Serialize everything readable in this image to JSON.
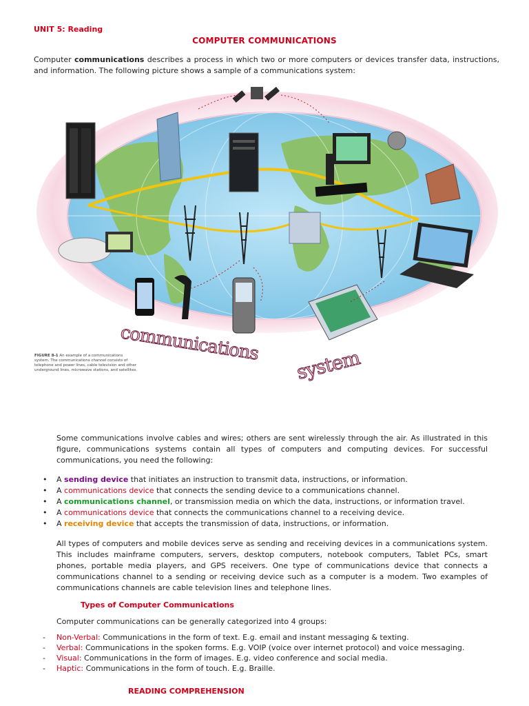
{
  "header": {
    "unit": "UNIT 5: Reading",
    "title": "COMPUTER COMMUNICATIONS"
  },
  "intro": {
    "pre": "Computer ",
    "bold": "communications",
    "post": " describes a process in which two or more computers or devices transfer data, instructions, and information. The following picture shows a sample of a communications system:"
  },
  "figure": {
    "caption_label": "FIGURE 8-1",
    "caption_text": "An example of a communications system. The communications channel consists of telephone and power lines, cable television and other underground lines, microwave stations, and satellites.",
    "wordart_1": "communications",
    "wordart_2": "system"
  },
  "para1": "Some communications involve cables and wires; others are sent wirelessly through the air. As illustrated in this figure, communications systems contain all types of computers and computing devices. For successful communications, you need the following:",
  "requirements": [
    {
      "pre": "A ",
      "term": "sending device",
      "post": " that initiates an instruction to transmit data, instructions, or information."
    },
    {
      "pre": "A ",
      "term": "communications device",
      "post": " that connects the sending device to a communications channel."
    },
    {
      "pre": "A ",
      "term": "communications channel",
      "post": ", or transmission media on which the data, instructions, or information travel."
    },
    {
      "pre": "A ",
      "term": "communications device",
      "post": " that connects the communications channel to a receiving device."
    },
    {
      "pre": "A ",
      "term": "receiving device",
      "post": " that accepts the transmission of data, instructions, or information."
    }
  ],
  "bullet_char": "•",
  "dash_char": "-",
  "para2": "All types of computers and mobile devices serve as sending and receiving devices in a communications system. This includes mainframe computers, servers, desktop computers, notebook computers, Tablet PCs, smart phones, portable media players, and GPS receivers. One type of communications device that connects a communications channel to a sending or receiving device such as a computer is a modem. Two examples of communications channels are cable television lines and telephone lines.",
  "types": {
    "heading": "Types of Computer Communications",
    "intro": "Computer communications can be generally categorized into 4 groups:",
    "groups": [
      {
        "name": "Non-Verbal:",
        "desc": " Communications in the form of text. E.g. email and instant messaging & texting."
      },
      {
        "name": "Verbal:",
        "desc": " Communications in the spoken forms. E.g. VOIP (voice over internet protocol) and voice messaging."
      },
      {
        "name": "Visual:",
        "desc": " Communications in the form of images. E.g. video conference and social media."
      },
      {
        "name": "Haptic:",
        "desc": " Communications in the form of touch. E.g. Braille."
      }
    ]
  },
  "reading_comprehension": "READING COMPREHENSION",
  "colors": {
    "heading_red": "#d0021b",
    "sending_purple": "#7a0c87",
    "device_red": "#e0001b",
    "channel_green": "#199b2a",
    "receiving_orange": "#e58400"
  }
}
